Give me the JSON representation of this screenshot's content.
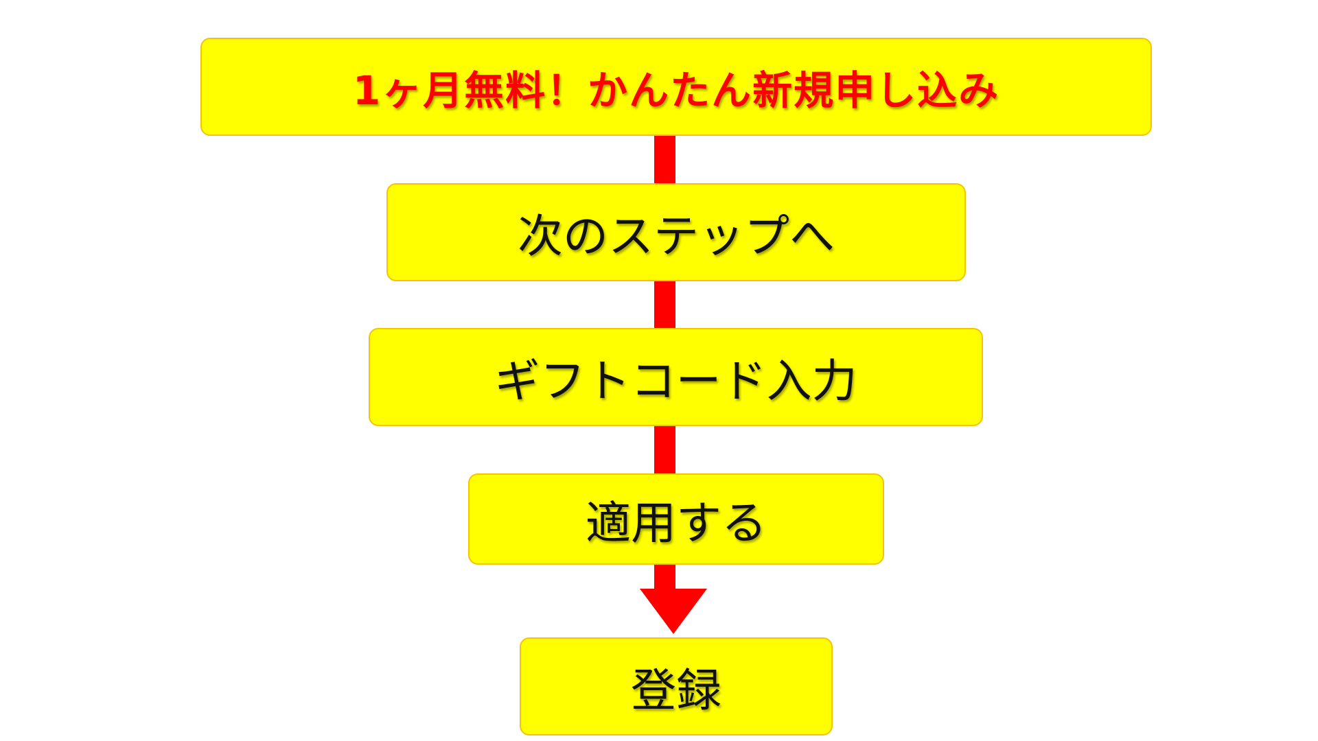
{
  "flow": {
    "steps": [
      {
        "label": "1ヶ月無料！かんたん新規申し込み"
      },
      {
        "label": "次のステップへ"
      },
      {
        "label": "ギフトコード入力"
      },
      {
        "label": "適用する"
      },
      {
        "label": "登録"
      }
    ]
  },
  "colors": {
    "box_fill": "#ffff00",
    "box_border": "#f5c400",
    "arrow": "#ff0000",
    "title_text": "#ff0000",
    "step_text": "#111111"
  }
}
